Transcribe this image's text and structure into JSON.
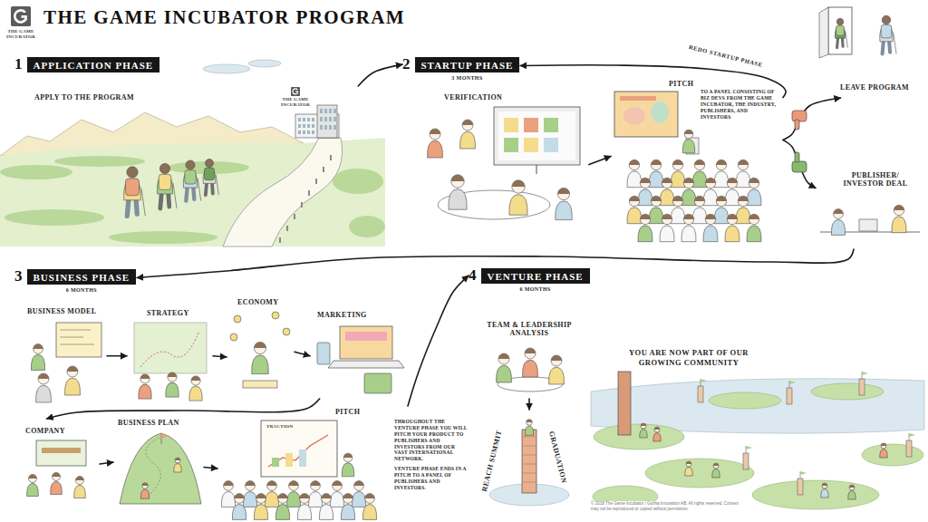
{
  "diagram": {
    "title": "THE GAME INCUBATOR PROGRAM",
    "nodes": [
      {
        "text": [
          "1",
          "APPLICATION PHASE"
        ]
      },
      {
        "text": [
          "APPLY TO THE PROGRAM"
        ]
      },
      {
        "text": [
          "2",
          "STARTUP PHASE",
          "3 MONTHS"
        ]
      },
      {
        "text": [
          "VERIFICATION"
        ]
      },
      {
        "text": [
          "PITCH",
          "TO A PANEL CONSISTING OF BIZ DEVS FROM THE GAME INCUBATOR, THE INDUSTRY, PUBLISHERS, AND INVESTORS"
        ]
      },
      {
        "text": [
          "LEAVE PROGRAM"
        ]
      },
      {
        "text": [
          "PUBLISHER/ INVESTOR DEAL"
        ]
      },
      {
        "text": [
          "3",
          "BUSINESS PHASE",
          "6 MONTHS"
        ]
      },
      {
        "text": [
          "BUSINESS MODEL"
        ]
      },
      {
        "text": [
          "STRATEGY"
        ]
      },
      {
        "text": [
          "ECONOMY"
        ]
      },
      {
        "text": [
          "MARKETING"
        ]
      },
      {
        "text": [
          "COMPANY"
        ]
      },
      {
        "text": [
          "BUSINESS PLAN"
        ]
      },
      {
        "text": [
          "PITCH",
          "THROUGHOUT THE VENTURE PHASE YOU WILL PITCH YOUR PRODUCT TO PUBLISHERS AND INVESTORS FROM OUR VAST INTERNATIONAL NETWORK.",
          "VENTURE PHASE ENDS IN A PITCH TO A PANEL OF PUBLISHERS AND INVESTORS."
        ]
      },
      {
        "text": [
          "4",
          "VENTURE PHASE",
          "6 MONTHS"
        ]
      },
      {
        "text": [
          "TEAM & LEADERSHIP ANALYSIS"
        ]
      },
      {
        "text": [
          "REACH SUMMIT",
          "GRADUATION"
        ]
      },
      {
        "text": [
          "YOU ARE NOW PART OF OUR GROWING COMMUNITY"
        ]
      }
    ],
    "edges": [
      {
        "from": 1,
        "to": 2,
        "arrow": "to"
      },
      {
        "from": 3,
        "to": 4,
        "arrow": "to"
      },
      {
        "from": 4,
        "to": 5,
        "arrow": "to"
      },
      {
        "from": 4,
        "to": 6,
        "arrow": "to"
      },
      {
        "from": 4,
        "to": 2,
        "label": "REDO STARTUP PHASE",
        "arrow": "to"
      },
      {
        "from": 6,
        "to": 7,
        "arrow": "to"
      },
      {
        "from": 8,
        "to": 9,
        "arrow": "to"
      },
      {
        "from": 9,
        "to": 10,
        "arrow": "to"
      },
      {
        "from": 10,
        "to": 11,
        "arrow": "to"
      },
      {
        "from": 11,
        "to": 12,
        "arrow": "to"
      },
      {
        "from": 12,
        "to": 13,
        "arrow": "to"
      },
      {
        "from": 13,
        "to": 14,
        "arrow": "to"
      },
      {
        "from": 14,
        "to": 15,
        "arrow": "to"
      },
      {
        "from": 16,
        "to": 17,
        "arrow": "to"
      }
    ],
    "labels": [
      "THE GAME INCUBATOR",
      "THE GAME INCUBATOR",
      "TRACTION",
      "© 2018 The Game Incubator / Gothia Innovation AB. All rights reserved. Content may not be reproduced or copied without permission."
    ]
  }
}
